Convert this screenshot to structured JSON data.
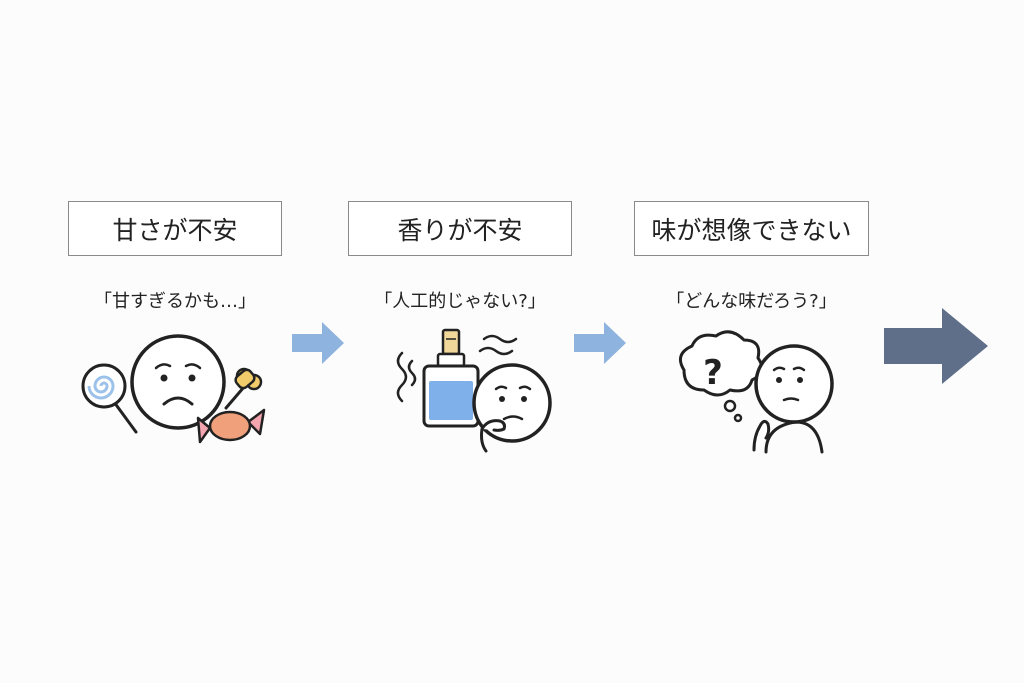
{
  "steps": [
    {
      "title": "甘さが不安",
      "quote": "「甘すぎるかも…」",
      "icon": "sad-face-with-candy-icon"
    },
    {
      "title": "香りが不安",
      "quote": "「人工的じゃない?」",
      "icon": "perfume-bottle-worried-face-icon"
    },
    {
      "title": "味が想像できない",
      "quote": "「どんな味だろう?」",
      "icon": "question-thought-bubble-icon"
    }
  ],
  "colors": {
    "small_arrow": "#8fb3df",
    "big_arrow": "#5f6f8a",
    "liquid": "#7fb0ea",
    "candy_orange": "#f0a07a",
    "candy_pink": "#f4a6b0",
    "bone_yellow": "#f2cc6a",
    "lollipop_blue": "#9cc2ea"
  }
}
